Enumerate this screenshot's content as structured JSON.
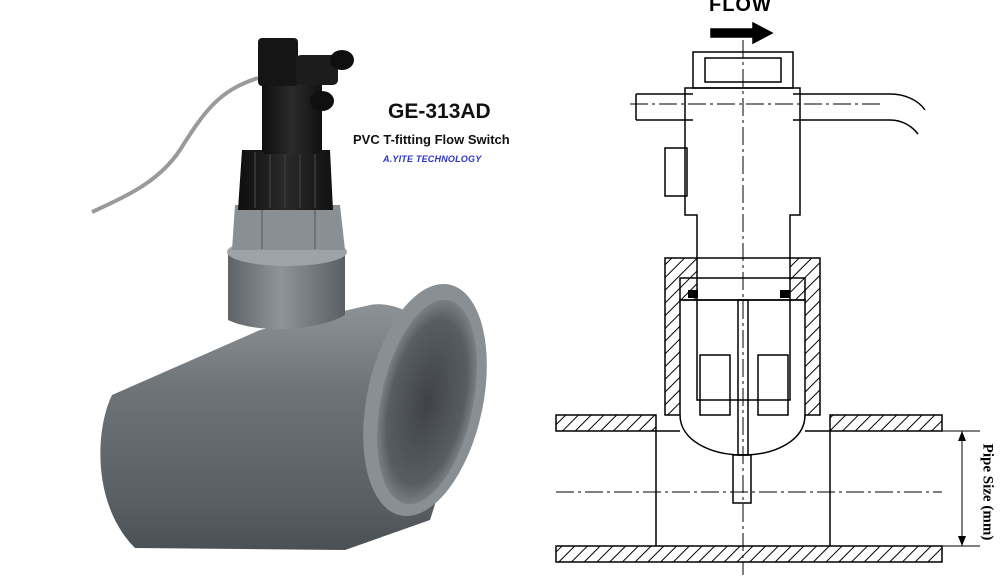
{
  "product": {
    "model": "GE-313AD",
    "description": "PVC T-fitting Flow Switch",
    "brand": "A.YITE TECHNOLOGY"
  },
  "drawing": {
    "flow_label": "FLOW",
    "dimension_label": "Pipe Size (mm)"
  },
  "colors": {
    "brand_text": "#2b35c9",
    "pvc_pipe": "#74787d",
    "switch_body": "#1b1b1b",
    "line": "#000000"
  }
}
